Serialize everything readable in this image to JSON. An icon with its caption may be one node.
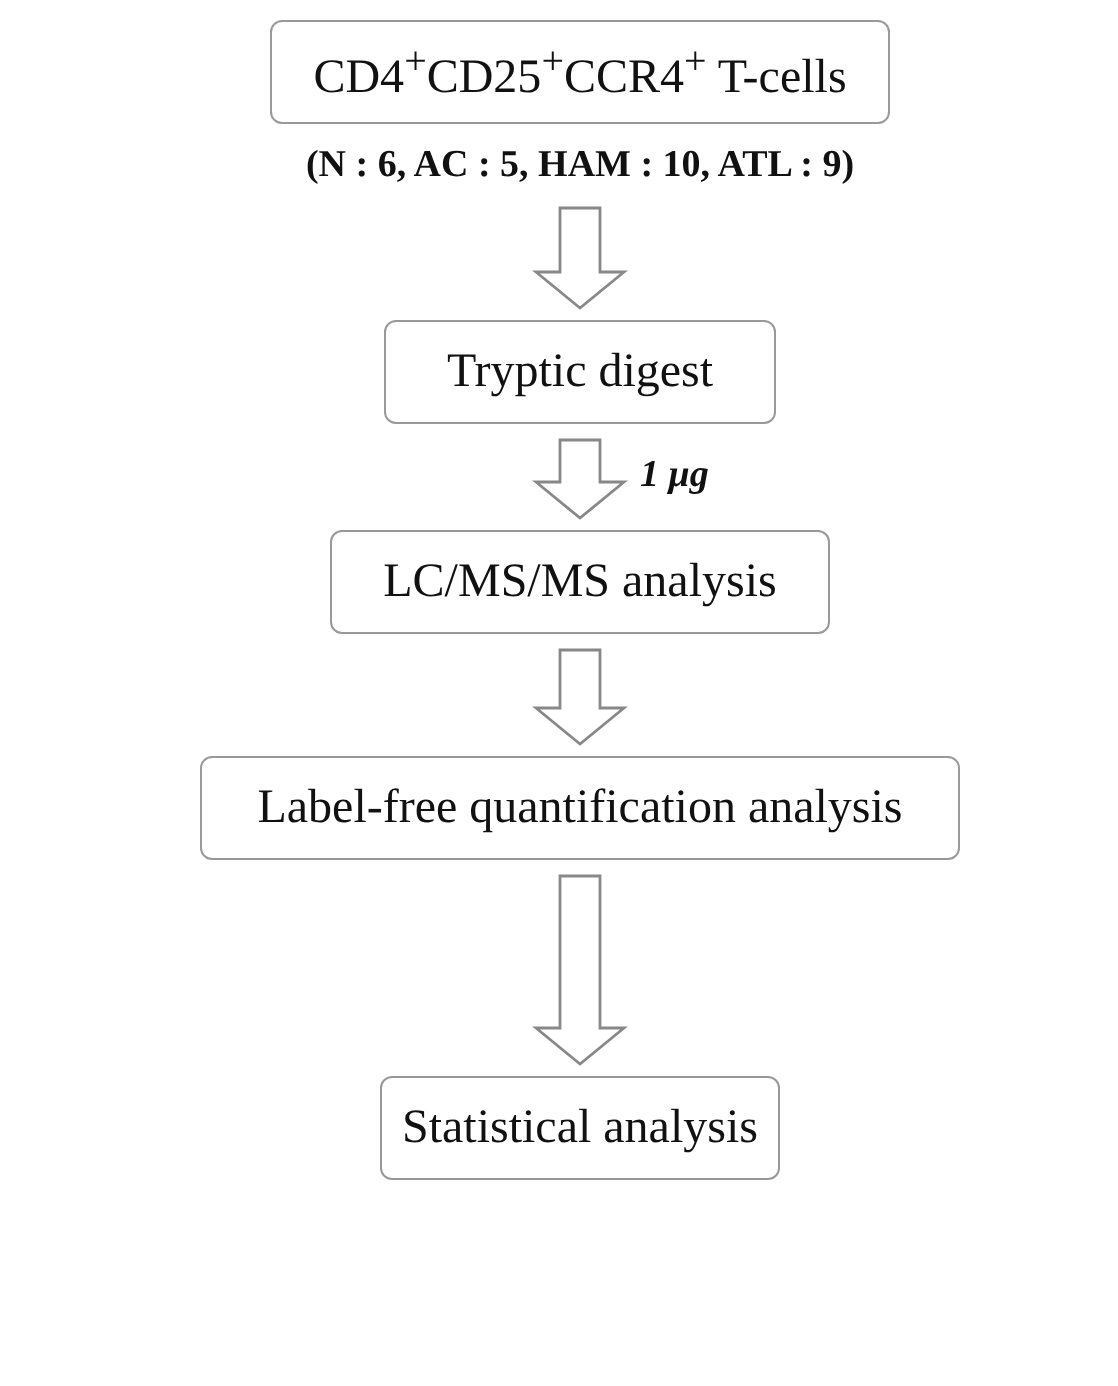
{
  "diagram": {
    "nodes": [
      {
        "text": [
          "CD4$^{+}$CD25$^{+}$CCR4$^{+}$ T-cells"
        ],
        "beside": [
          "(N : 6, AC : 5, HAM : 10, ATL : 9)"
        ]
      },
      {
        "text": [
          "Tryptic digest"
        ]
      },
      {
        "text": [
          "LC/MS/MS analysis"
        ]
      },
      {
        "text": [
          "Label-free quantification analysis"
        ]
      },
      {
        "text": [
          "Statistical analysis"
        ]
      }
    ],
    "edges": [
      {
        "from": 0,
        "to": 1,
        "arrow": "to"
      },
      {
        "from": 1,
        "to": 2,
        "arrow": "to",
        "label": "1 μg"
      },
      {
        "from": 2,
        "to": 3,
        "arrow": "to"
      },
      {
        "from": 3,
        "to": 4,
        "arrow": "to"
      }
    ]
  }
}
